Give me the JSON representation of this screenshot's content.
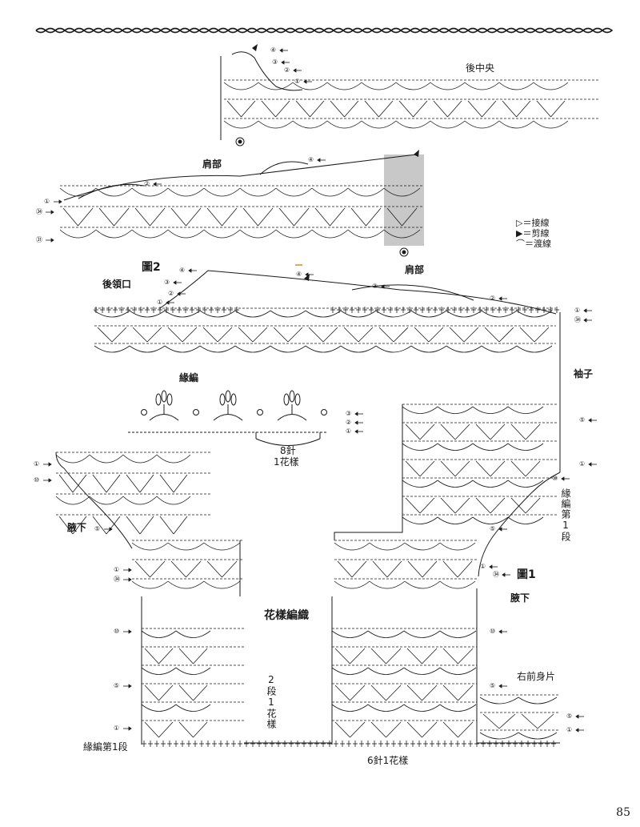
{
  "labels": {
    "back_center": "後中央",
    "shoulder_upper": "肩部",
    "shoulder_fig2": "肩部",
    "fig2": "圖2",
    "back_neckline": "後領口",
    "sleeve": "袖子",
    "edging": "緣編",
    "stitches_8": "8針",
    "pattern_1": "1花樣",
    "underarm_left": "腋下",
    "underarm_right": "腋下",
    "fig1": "圖1",
    "pattern_knitting": "花樣編織",
    "edging_row1_right": "緣編第1段",
    "edging_row1_bottom": "緣編第1段",
    "rows_2_1pattern": "2段1花樣",
    "stitch_repeat_bottom": "6針1花樣",
    "right_front_body": "右前身片",
    "page_number": "85"
  },
  "legend": [
    {
      "symbol": "▷",
      "text": "＝接線"
    },
    {
      "symbol": "▶",
      "text": "＝剪線"
    },
    {
      "symbol": "⌒",
      "text": "＝渡線"
    }
  ],
  "row_numbers": {
    "r1": "①",
    "r2": "②",
    "r3": "③",
    "r4": "④",
    "r5": "⑤",
    "r10": "⑩",
    "r31": "㉛",
    "r34": "㉞"
  },
  "colors": {
    "ink": "#1a1a1a",
    "shade": "#c8c8c8",
    "accent": "#d98a2a"
  }
}
